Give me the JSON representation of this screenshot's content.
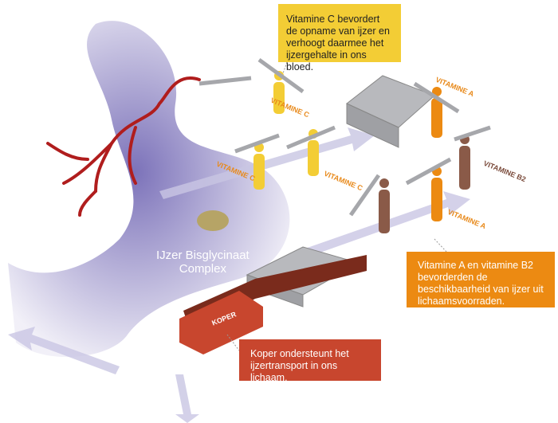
{
  "callouts": {
    "vitamin_c": "Vitamine C bevordert de opname van ijzer en verhoogt daarmee het ijzergehalte in ons bloed.",
    "vitamin_a_b2": "Vitamine A en vitamine B2 bevorderden de beschikbaarheid van ijzer uit lichaamsvoorraden.",
    "copper": "Koper ondersteunt het ijzertransport in ons lichaam."
  },
  "labels": {
    "vitamine_c": "VITAMINE C",
    "vitamine_a": "VITAMINE A",
    "vitamine_b2": "VITAMINE B2",
    "koper": "KOPER",
    "complex_line1": "IJzer Bisglycinaat",
    "complex_line2": "Complex"
  },
  "colors": {
    "yellow": "#f3cd35",
    "orange": "#ec8a12",
    "red": "#c8462e",
    "stomach": "#5b4fa8"
  }
}
